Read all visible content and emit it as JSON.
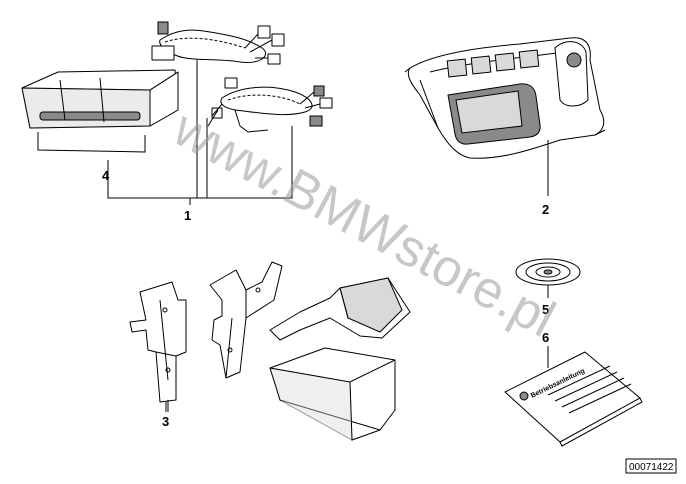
{
  "watermark": "www.BMWstore.pl",
  "callouts": {
    "c1": "1",
    "c2": "2",
    "c3": "3",
    "c4": "4",
    "c5": "5",
    "c6": "6"
  },
  "manual_label": "Betriebsanleitung",
  "reference_number": "00071422",
  "colors": {
    "line": "#000000",
    "background": "#ffffff",
    "watermark": "#9a9a9a"
  }
}
